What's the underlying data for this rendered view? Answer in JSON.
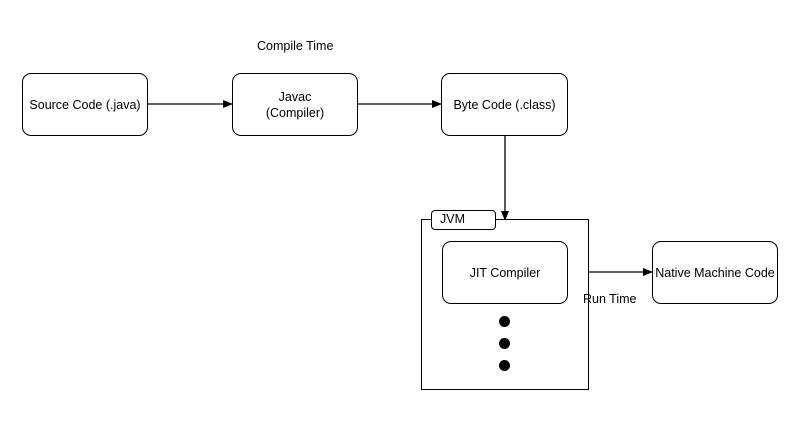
{
  "diagram": {
    "nodes": {
      "source": {
        "label": "Source Code (.java)"
      },
      "javac": {
        "label_line1": "Javac",
        "label_line2": "(Compiler)"
      },
      "bytecode": {
        "label": "Byte Code (.class)"
      },
      "jit": {
        "label": "JIT Compiler"
      },
      "native": {
        "label": "Native Machine Code"
      }
    },
    "container": {
      "label": "JVM"
    },
    "annotations": {
      "compile_time": "Compile Time",
      "run_time": "Run Time"
    },
    "edges": [
      {
        "from": "Source Code (.java)",
        "to": "Javac (Compiler)"
      },
      {
        "from": "Javac (Compiler)",
        "to": "Byte Code (.class)"
      },
      {
        "from": "Byte Code (.class)",
        "to": "JVM"
      },
      {
        "from": "JIT Compiler",
        "to": "Native Machine Code"
      }
    ],
    "colors": {
      "stroke": "#000000",
      "fill": "#ffffff"
    }
  }
}
